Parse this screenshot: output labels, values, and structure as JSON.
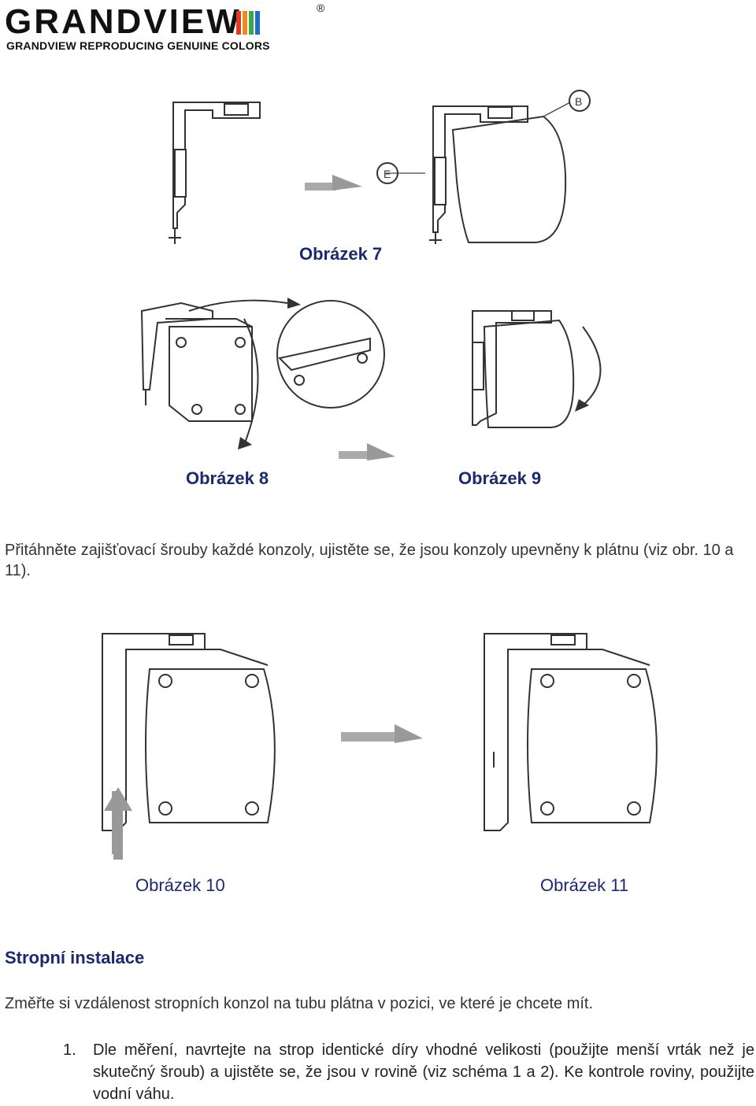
{
  "header": {
    "logo_text": "GRANDVIEW",
    "registered": "®",
    "tagline": "GRANDVIEW REPRODUCING GENUINE COLORS"
  },
  "figures": {
    "fig7": {
      "caption": "Obrázek 7",
      "callout_e": "E",
      "callout_b": "B"
    },
    "fig8": {
      "caption": "Obrázek 8"
    },
    "fig9": {
      "caption": "Obrázek 9"
    },
    "fig10": {
      "caption": "Obrázek 10"
    },
    "fig11": {
      "caption": "Obrázek 11"
    }
  },
  "text": {
    "instruction": "Přitáhněte zajišťovací šrouby každé konzoly, ujistěte se, že jsou konzoly upevněny k plátnu (viz obr. 10 a 11).",
    "section_heading": "Stropní instalace",
    "measure_intro": "Změřte si vzdálenost stropních konzol na tubu plátna v pozici, ve které je chcete mít.",
    "step1_number": "1.",
    "step1_text": "Dle měření, navrtejte na strop identické díry vhodné velikosti (použijte menší vrták než je skutečný šroub) a ujistěte se, že jsou v rovině (viz schéma 1 a 2). Ke kontrole roviny, použijte vodní váhu."
  },
  "colors": {
    "caption": "#1a2a6e",
    "logo_bars": [
      "#e23b2e",
      "#f08a1c",
      "#3aa84a",
      "#1f6ec8"
    ]
  }
}
